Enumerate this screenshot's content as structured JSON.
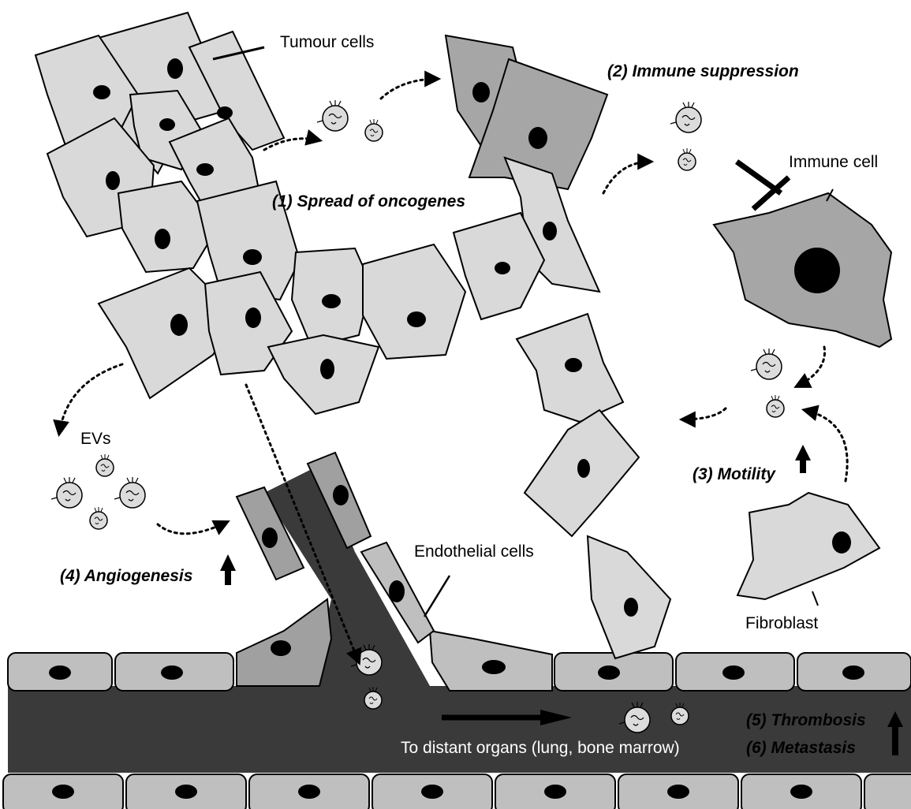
{
  "labels": {
    "tumour_cells": "Tumour cells",
    "spread": "(1) Spread of oncogenes",
    "immune_suppression": "(2) Immune suppression",
    "immune_cell": "Immune cell",
    "motility": "(3) Motility",
    "fibroblast": "Fibroblast",
    "evs": "EVs",
    "angiogenesis": "(4) Angiogenesis",
    "endothelial": "Endothelial cells",
    "thrombosis": "(5) Thrombosis",
    "metastasis": "(6) Metastasis",
    "distant_organs": "To distant organs (lung, bone marrow)"
  },
  "colors": {
    "vessel": "#3a3a3a",
    "tumour_cell": "#d9d9d9",
    "tumour_cell_dark": "#a6a6a6",
    "immune_cell": "#a6a6a6",
    "endothelial": "#bfbfbf"
  }
}
